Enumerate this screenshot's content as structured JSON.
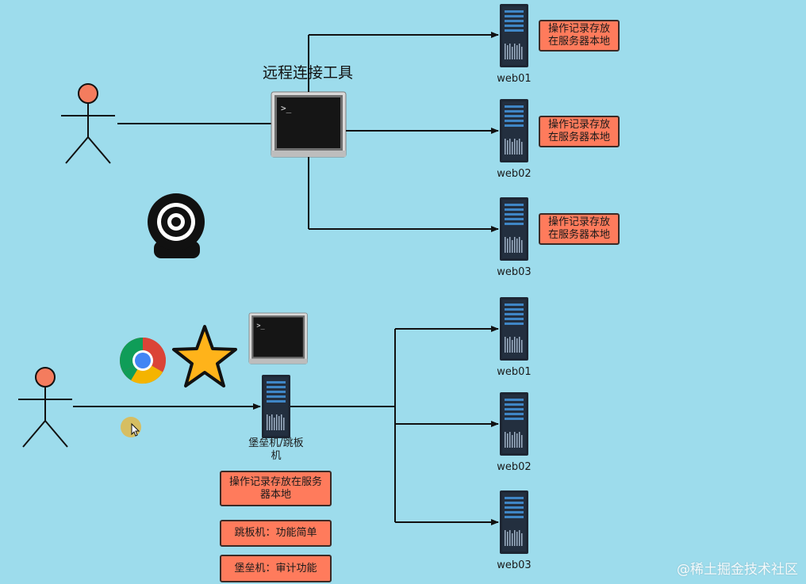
{
  "remote_tool_label": "远程连接工具",
  "top_servers": [
    {
      "name": "web01",
      "note": [
        "操作记录存放",
        "在服务器本地"
      ]
    },
    {
      "name": "web02",
      "note": [
        "操作记录存放",
        "在服务器本地"
      ]
    },
    {
      "name": "web03",
      "note": [
        "操作记录存放",
        "在服务器本地"
      ]
    }
  ],
  "bottom_servers": [
    {
      "name": "web01"
    },
    {
      "name": "web02"
    },
    {
      "name": "web03"
    }
  ],
  "bastion_label": [
    "堡垒机/跳板",
    "机"
  ],
  "bastion_notes": [
    [
      "操作记录存放在服务",
      "器本地"
    ],
    [
      "跳板机：功能简单"
    ],
    [
      "堡垒机：审计功能"
    ]
  ],
  "watermark": "@稀土掘金技术社区",
  "colors": {
    "background": "#9ddcec",
    "note_fill": "#ff7b5c",
    "person_head": "#f47c5e",
    "server_body": "#1d2633",
    "server_stripe": "#3f86c6"
  },
  "icons": [
    "person-icon",
    "terminal-icon",
    "server-icon",
    "webcam-icon",
    "chrome-icon",
    "star-icon",
    "cursor-icon"
  ]
}
